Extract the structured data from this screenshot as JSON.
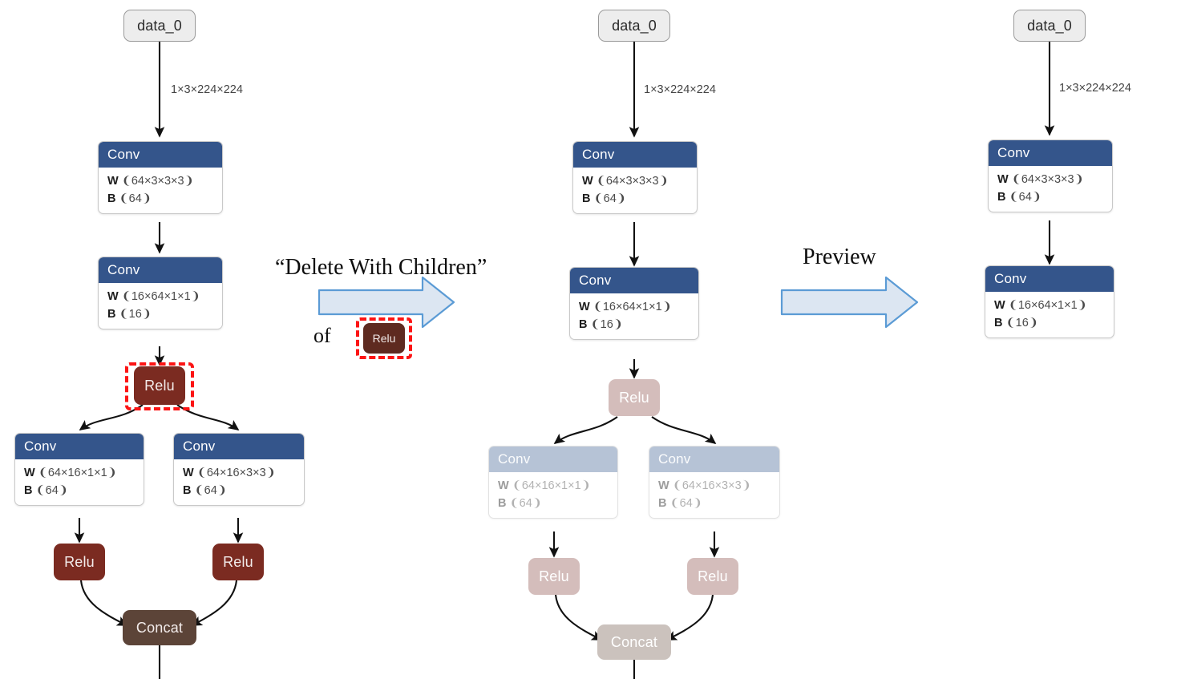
{
  "diagram": {
    "title": "Delete With Children preview of a neural-network graph editor",
    "colors": {
      "conv_header": "#34558b",
      "conv_header_faded": "#b6c3d6",
      "relu": "#7b2b21",
      "relu_faded": "#d4bdbb",
      "concat": "#5c4438",
      "concat_faded": "#cbc2bd",
      "io_node": "#ededed",
      "selection": "#fc1414",
      "arrow_fill": "#dce6f2",
      "arrow_stroke": "#5b9bd5"
    }
  },
  "annotations": {
    "action_label": "“Delete With Children”",
    "of_label": "of",
    "target_chip": "Relu",
    "preview_label": "Preview"
  },
  "panels": {
    "before": {
      "name": "original-graph",
      "input": "data_0",
      "input_edge_label": "1×3×224×224",
      "nodes": {
        "conv1": {
          "type": "Conv",
          "w_label": "W",
          "w_shape": "❨64×3×3×3❩",
          "b_label": "B",
          "b_shape": "❨64❩"
        },
        "conv2": {
          "type": "Conv",
          "w_label": "W",
          "w_shape": "❨16×64×1×1❩",
          "b_label": "B",
          "b_shape": "❨16❩"
        },
        "relu_selected": "Relu",
        "conv_left": {
          "type": "Conv",
          "w_label": "W",
          "w_shape": "❨64×16×1×1❩",
          "b_label": "B",
          "b_shape": "❨64❩"
        },
        "conv_right": {
          "type": "Conv",
          "w_label": "W",
          "w_shape": "❨64×16×3×3❩",
          "b_label": "B",
          "b_shape": "❨64❩"
        },
        "relu_left": "Relu",
        "relu_right": "Relu",
        "concat": "Concat"
      }
    },
    "preview": {
      "name": "preview-graph-with-deletion-highlight",
      "input": "data_0",
      "input_edge_label": "1×3×224×224",
      "nodes": {
        "conv1": {
          "type": "Conv",
          "w_label": "W",
          "w_shape": "❨64×3×3×3❩",
          "b_label": "B",
          "b_shape": "❨64❩"
        },
        "conv2": {
          "type": "Conv",
          "w_label": "W",
          "w_shape": "❨16×64×1×1❩",
          "b_label": "B",
          "b_shape": "❨16❩"
        },
        "relu_selected": "Relu",
        "conv_left": {
          "type": "Conv",
          "w_label": "W",
          "w_shape": "❨64×16×1×1❩",
          "b_label": "B",
          "b_shape": "❨64❩"
        },
        "conv_right": {
          "type": "Conv",
          "w_label": "W",
          "w_shape": "❨64×16×3×3❩",
          "b_label": "B",
          "b_shape": "❨64❩"
        },
        "relu_left": "Relu",
        "relu_right": "Relu",
        "concat": "Concat"
      }
    },
    "after": {
      "name": "resulting-graph",
      "input": "data_0",
      "input_edge_label": "1×3×224×224",
      "nodes": {
        "conv1": {
          "type": "Conv",
          "w_label": "W",
          "w_shape": "❨64×3×3×3❩",
          "b_label": "B",
          "b_shape": "❨64❩"
        },
        "conv2": {
          "type": "Conv",
          "w_label": "W",
          "w_shape": "❨16×64×1×1❩",
          "b_label": "B",
          "b_shape": "❨16❩"
        }
      }
    }
  }
}
